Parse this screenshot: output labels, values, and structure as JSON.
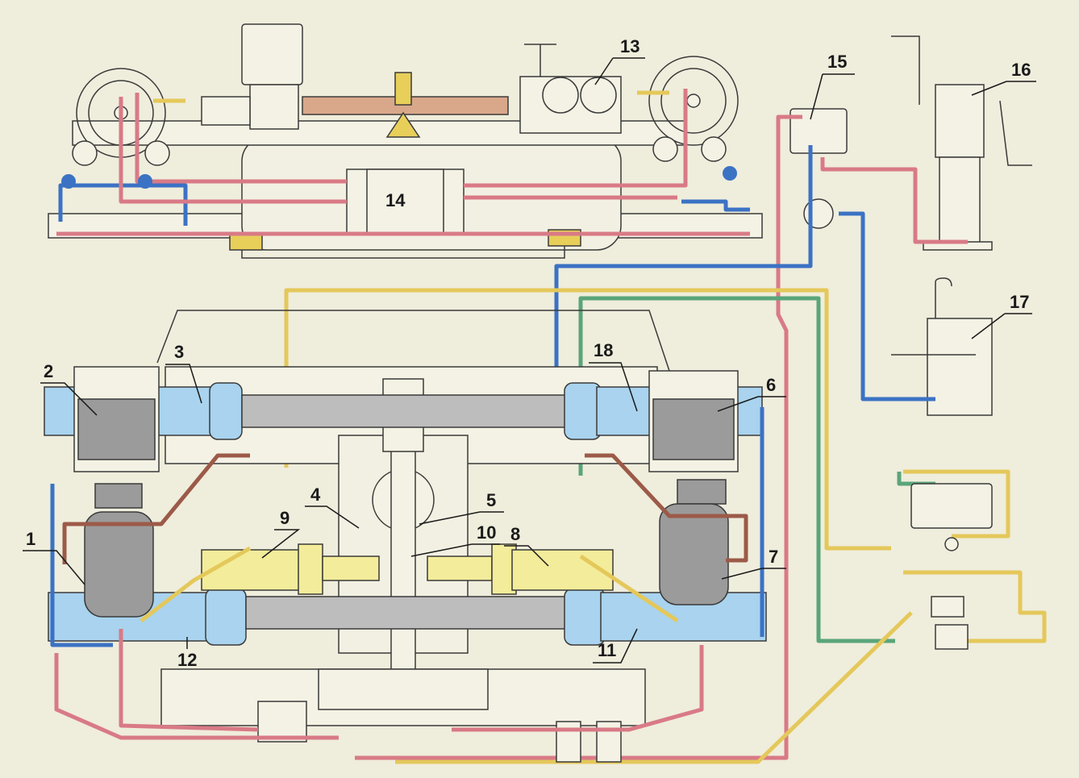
{
  "colors": {
    "paper": "#efeddc",
    "ink": "#3a3a3a",
    "oil_pressure": "#d97a86",
    "hydraulic_blue": "#3b72c4",
    "supply_yellow": "#e4c85a",
    "green_line": "#5aa57a",
    "brown_line": "#9c5a48",
    "drum_blue": "#a9d3ee",
    "gear_gray": "#9b9b9b",
    "cylinder_yellow": "#f3ec9a"
  },
  "labels": {
    "n1": "1",
    "n2": "2",
    "n3": "3",
    "n4": "4",
    "n5": "5",
    "n6": "6",
    "n7": "7",
    "n8": "8",
    "n9": "9",
    "n10": "10",
    "n11": "11",
    "n12": "12",
    "n13": "13",
    "n14": "14",
    "n15": "15",
    "n16": "16",
    "n17": "17",
    "n18": "18"
  }
}
